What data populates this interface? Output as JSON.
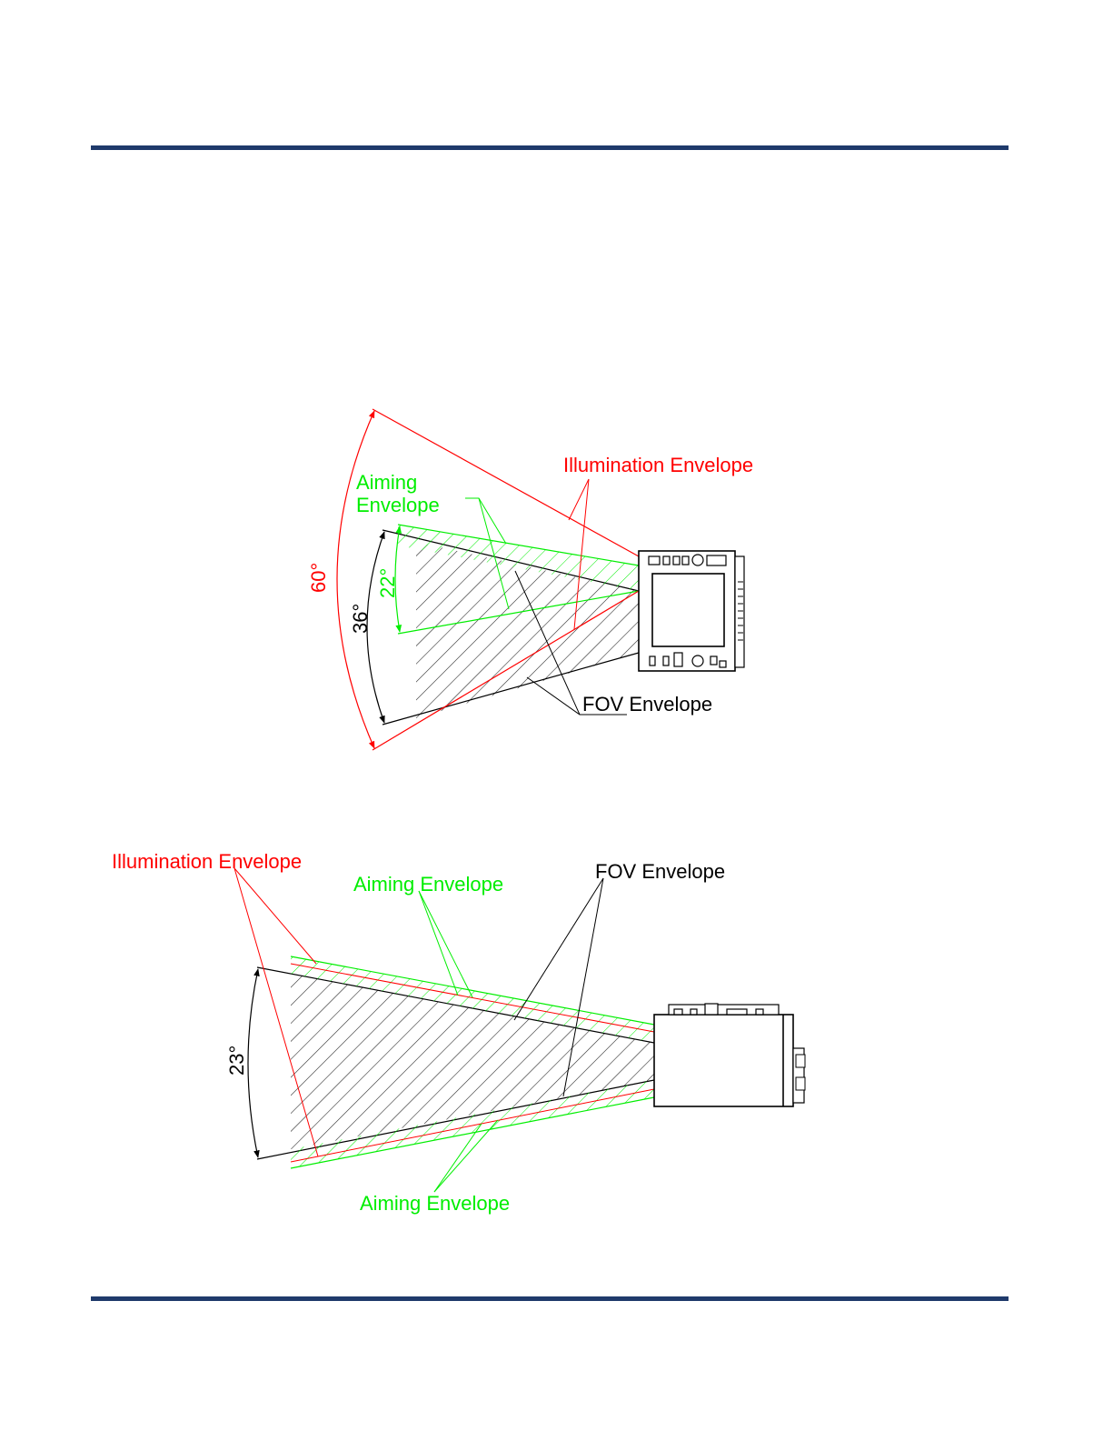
{
  "colors": {
    "rule": "#1f3a6b",
    "illumination": "#ff0000",
    "aiming": "#00ee00",
    "fov": "#000000",
    "hatch": "#1a1a1a"
  },
  "top_view": {
    "illumination_label": "Illumination Envelope",
    "aiming_label": [
      "Aiming",
      "Envelope"
    ],
    "fov_label": "FOV Envelope",
    "illumination_angle": "60°",
    "fov_angle": "36°",
    "aiming_angle": "22°"
  },
  "side_view": {
    "illumination_label": "Illumination Envelope",
    "aiming_label_top": "Aiming Envelope",
    "aiming_label_bottom": "Aiming Envelope",
    "fov_label": "FOV Envelope",
    "fov_angle": "23°"
  }
}
